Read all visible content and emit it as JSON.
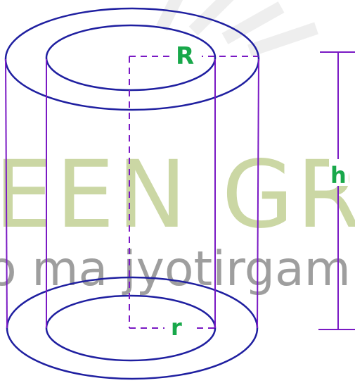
{
  "labels": {
    "outer_radius": "R",
    "inner_radius": "r",
    "height": "h"
  },
  "watermark": {
    "brand": "EEN GR",
    "motto": "o ma jyotirgam"
  },
  "colors": {
    "outline": "#1f1fa0",
    "dashed": "#7a19c4",
    "label": "#18a84a",
    "watermark_brand": "#cbd7a4",
    "watermark_motto": "#9e9e9e"
  }
}
